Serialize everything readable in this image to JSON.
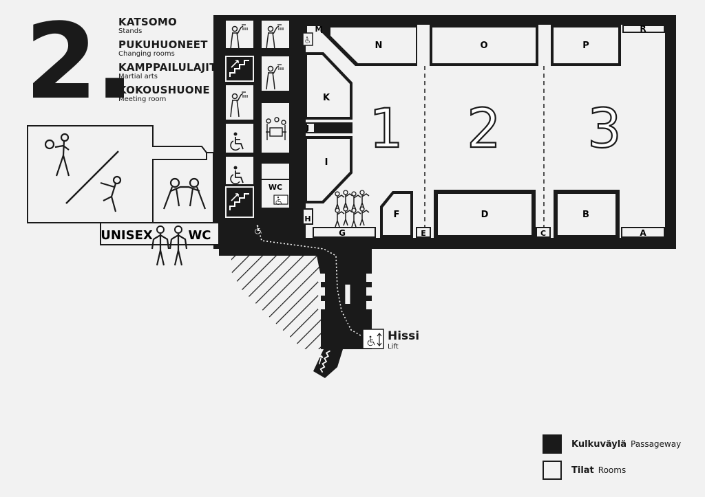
{
  "floor": {
    "number": "2."
  },
  "directory": [
    {
      "name": "KATSOMO",
      "translation": "Stands"
    },
    {
      "name": "PUKUHUONEET",
      "translation": "Changing rooms"
    },
    {
      "name": "KAMPPAILULAJIT",
      "translation": "Martial arts"
    },
    {
      "name": "KOKOUSHUONE",
      "translation": "Meeting room"
    }
  ],
  "rooms": {
    "N": "N",
    "O": "O",
    "P": "P",
    "R": "R",
    "M": "M",
    "K": "K",
    "J": "J",
    "I": "I",
    "H": "H",
    "G": "G",
    "F": "F",
    "E": "E",
    "D": "D",
    "C": "C",
    "B": "B",
    "A": "A"
  },
  "halls": [
    "1",
    "2",
    "3"
  ],
  "wc": {
    "small_label": "WC",
    "unisex_label": "UNISEX",
    "unisex_wc": "WC"
  },
  "lift": {
    "name": "Hissi",
    "translation": "Lift"
  },
  "stair_letter": "I",
  "legend": {
    "passageway": {
      "fi": "Kulkuväylä",
      "en": "Passageway"
    },
    "rooms": {
      "fi": "Tilat",
      "en": "Rooms"
    }
  },
  "colors": {
    "ink": "#1a1a1a",
    "background": "#f2f2f2",
    "room_fill": "#f2f2f2"
  },
  "icons": [
    "shower-icon",
    "stairs-icon",
    "wheelchair-icon",
    "martial-arts-icon",
    "meeting-icon",
    "lift-icon",
    "unisex-person-icon",
    "volleyball-player-icon"
  ]
}
